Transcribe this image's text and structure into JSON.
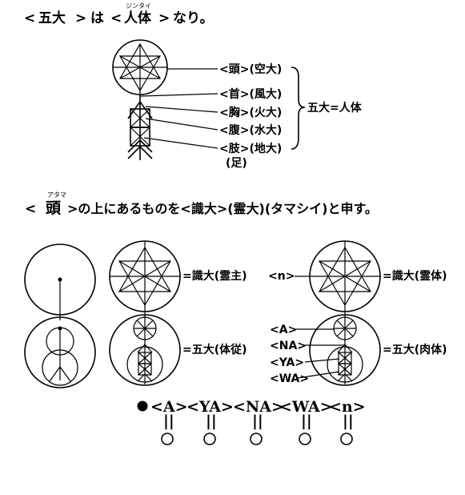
{
  "line1": {
    "lt1": "<",
    "word1": "五大",
    "gt1": ">",
    "particle": "は",
    "lt2": "<",
    "ruby": "ジンタイ",
    "word2": "人体",
    "gt2": ">",
    "ending": "なり。"
  },
  "fig1": {
    "labels": [
      "<頭>(空大)",
      "<首>(風大)",
      "<胸>(火大)",
      "<腹>(水大)",
      "<肢>(地大)"
    ],
    "sub_label": "(足)",
    "brace_label": "五大=人体"
  },
  "line2": {
    "lt": "<",
    "ruby": "アタマ",
    "word": "頭",
    "rest": ">の上にあるものを<識大>(霊大)(タマシイ)と申す。"
  },
  "fig2": {
    "label_top_mid": "=識大(霊主)",
    "label_bottom_mid": "=五大(体従)",
    "label_n": "<n>",
    "label_top_right": "=識大(霊体)",
    "label_bottom_right": "=五大(肉体)",
    "side_labels": [
      "<A>",
      "<NA>",
      "<YA>",
      "<WA>"
    ]
  },
  "sequence": {
    "items": [
      "<A>",
      "<YA>",
      "<NA>",
      "<WA>",
      "<n>"
    ],
    "eq": "||"
  }
}
